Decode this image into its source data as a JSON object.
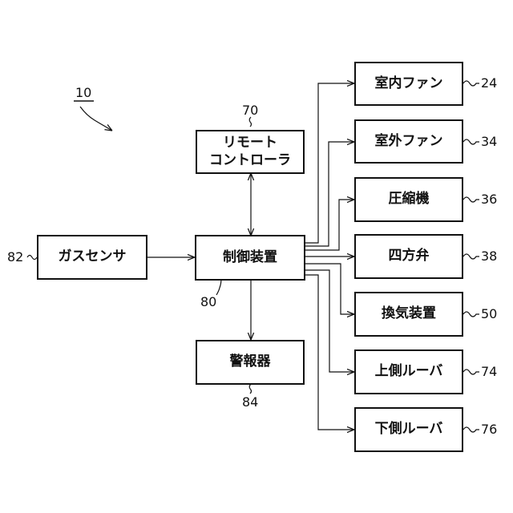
{
  "figure_ref": "10",
  "blocks": {
    "remote": {
      "lines": [
        "リモート",
        "コントローラ"
      ],
      "ref": "70"
    },
    "gas_sensor": {
      "label": "ガスセンサ",
      "ref": "82"
    },
    "controller": {
      "label": "制御装置",
      "ref": "80"
    },
    "alarm": {
      "label": "警報器",
      "ref": "84"
    },
    "outputs": [
      {
        "label": "室内ファン",
        "ref": "24"
      },
      {
        "label": "室外ファン",
        "ref": "34"
      },
      {
        "label": "圧縮機",
        "ref": "36"
      },
      {
        "label": "四方弁",
        "ref": "38"
      },
      {
        "label": "換気装置",
        "ref": "50"
      },
      {
        "label": "上側ルーバ",
        "ref": "74"
      },
      {
        "label": "下側ルーバ",
        "ref": "76"
      }
    ]
  }
}
